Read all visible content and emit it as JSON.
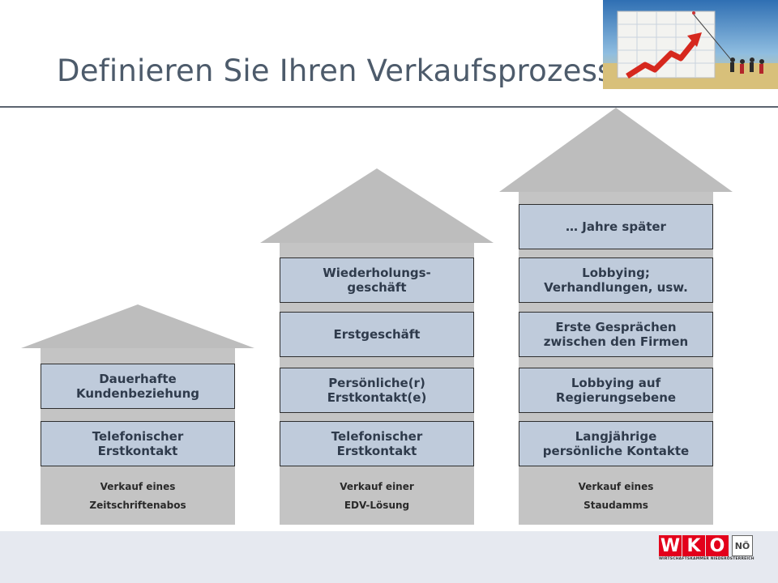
{
  "slide": {
    "title": "Definieren Sie Ihren Verkaufsprozess!"
  },
  "houses": [
    {
      "id": "zeitschriften",
      "steps": [
        "Dauerhafte\nKundenbeziehung",
        "Telefonischer\nErstkontakt"
      ],
      "caption": "Verkauf eines\nZeitschriftenabos"
    },
    {
      "id": "edv",
      "steps": [
        "Wiederholungs-\ngeschäft",
        "Erstgeschäft",
        "Persönliche(r)\nErstkontakt(e)",
        "Telefonischer\nErstkontakt"
      ],
      "caption": "Verkauf einer\nEDV-Lösung"
    },
    {
      "id": "staudamm",
      "steps": [
        "… Jahre später",
        "Lobbying;\nVerhandlungen, usw.",
        "Erste Gesprächen\nzwischen den Firmen",
        "Lobbying auf\nRegierungsebene",
        "Langjährige\npersönliche Kontakte"
      ],
      "caption": "Verkauf eines\nStaudamms"
    }
  ],
  "logo": {
    "letters": [
      "W",
      "K",
      "O"
    ],
    "region": "NÖ",
    "subtitle": "WIRTSCHAFTSKAMMER NIEDERÖSTERREICH"
  },
  "colors": {
    "title": "#4d5b6b",
    "box_fill": "#bfcbdb",
    "house": "#c4c4c4",
    "roof": "#bdbdbd",
    "footer": "#e6e9f0",
    "logo_red": "#e3001b"
  }
}
